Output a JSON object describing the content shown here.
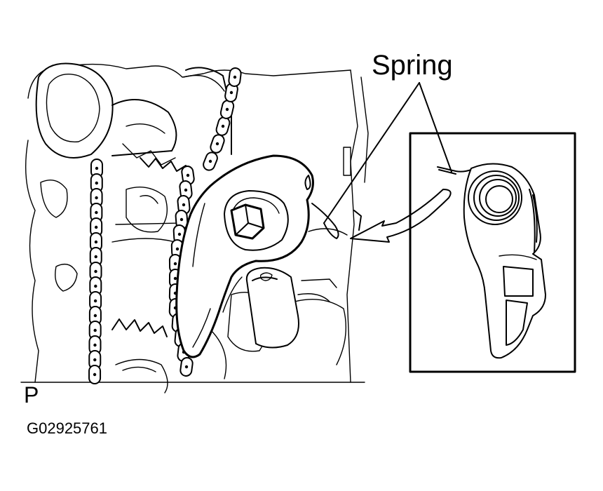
{
  "labels": {
    "callout": "Spring",
    "view": "P",
    "figure_code": "G02925761"
  },
  "colors": {
    "line": "#000000",
    "background": "#ffffff"
  }
}
